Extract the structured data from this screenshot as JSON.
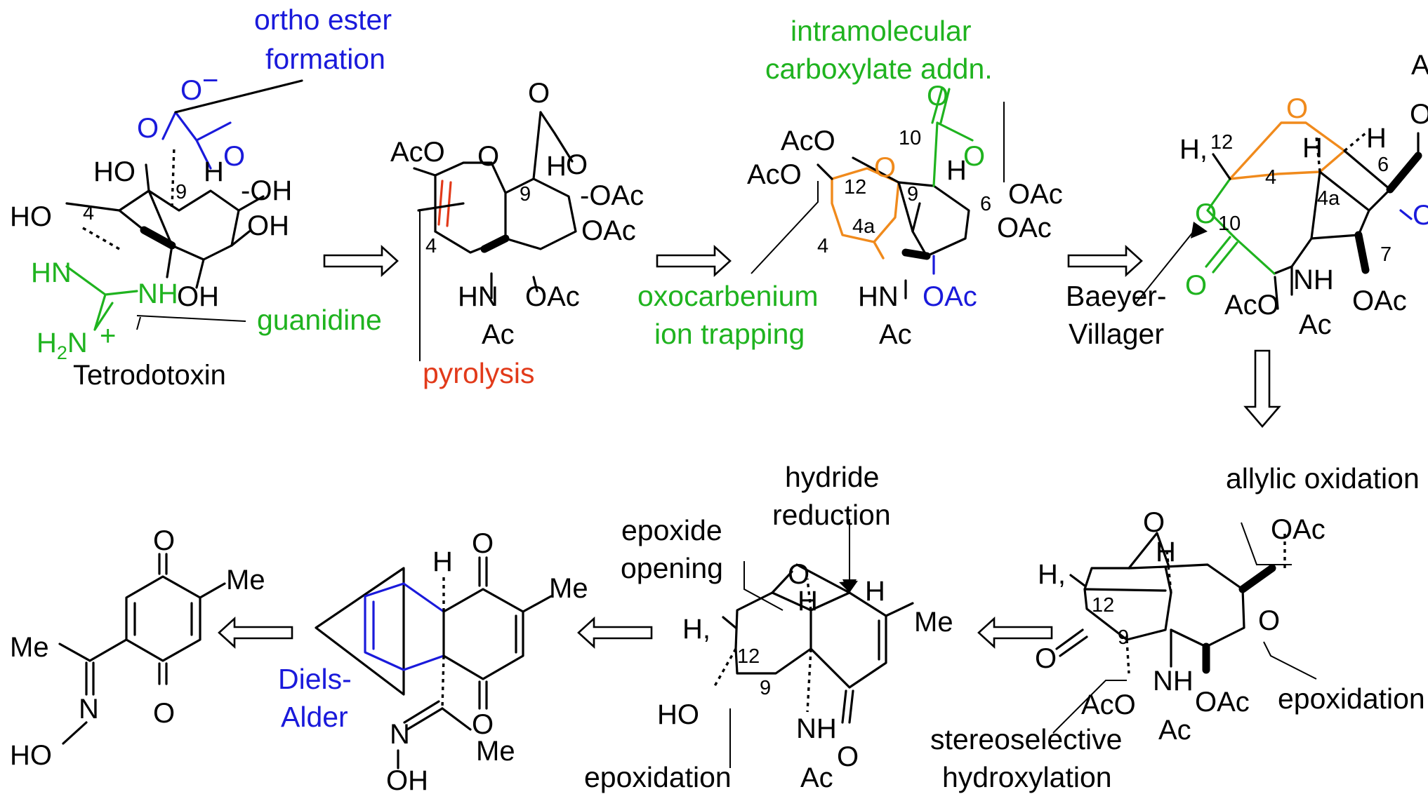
{
  "labels": {
    "ttx_name": "Tetrodotoxin",
    "ortho_ester_l1": "ortho ester",
    "ortho_ester_l2": "formation",
    "guanidine": "guanidine",
    "pyrolysis": "pyrolysis",
    "intramolecular_l1": "intramolecular",
    "intramolecular_l2": "carboxylate addn.",
    "oxocarbenium_l1": "oxocarbenium",
    "oxocarbenium_l2": "ion trapping",
    "baeyer_l1": "Baeyer-",
    "baeyer_l2": "Villager",
    "allylic": "allylic oxidation",
    "epoxidation_r": "epoxidation",
    "stereo_l1": "stereoselective",
    "stereo_l2": "hydroxylation",
    "hydride_l1": "hydride",
    "hydride_l2": "reduction",
    "epoxide_l1": "epoxide",
    "epoxide_l2": "opening",
    "epoxidation_b": "epoxidation",
    "diels_l1": "Diels-",
    "diels_l2": "Alder"
  },
  "atoms": {
    "O": "O",
    "OH": "OH",
    "HO": "HO",
    "H": "H",
    "N": "N",
    "NH": "NH",
    "HN": "HN",
    "Ac": "Ac",
    "AcO": "AcO",
    "OAc": "OAc",
    "dOAc": "-OAc",
    "dOH": "-OH",
    "Me": "Me",
    "Oneg": "O",
    "minus": "−",
    "plus": "+",
    "H2N": "H",
    "sub2": "2",
    "Hdot": "H,",
    "A": "A"
  },
  "numbers": {
    "n4": "4",
    "n4a": "4a",
    "n6": "6",
    "n7": "7",
    "n9": "9",
    "n10": "10",
    "n12": "12"
  },
  "colors": {
    "black": "#000000",
    "blue": "#1a1adb",
    "green": "#1fb31f",
    "red": "#e23a1a",
    "orange": "#f08a1c"
  }
}
